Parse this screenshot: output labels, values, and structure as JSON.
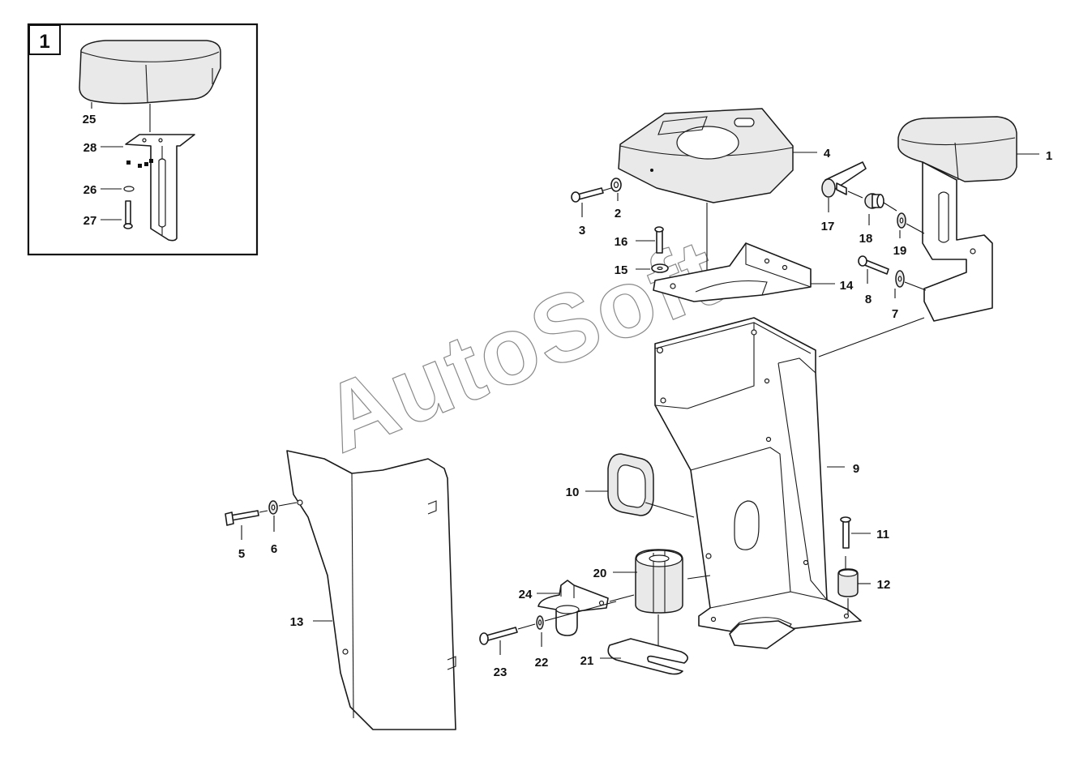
{
  "inset": {
    "tag": "1"
  },
  "watermark": "AutoSoft",
  "callouts": {
    "p1": "1",
    "p2": "2",
    "p3": "3",
    "p4": "4",
    "p5": "5",
    "p6": "6",
    "p7": "7",
    "p8": "8",
    "p9": "9",
    "p10": "10",
    "p11": "11",
    "p12": "12",
    "p13": "13",
    "p14": "14",
    "p15": "15",
    "p16": "16",
    "p17": "17",
    "p18": "18",
    "p19": "19",
    "p20": "20",
    "p21": "21",
    "p22": "22",
    "p23": "23",
    "p24": "24",
    "p25": "25",
    "p26": "26",
    "p27": "27",
    "p28": "28"
  }
}
